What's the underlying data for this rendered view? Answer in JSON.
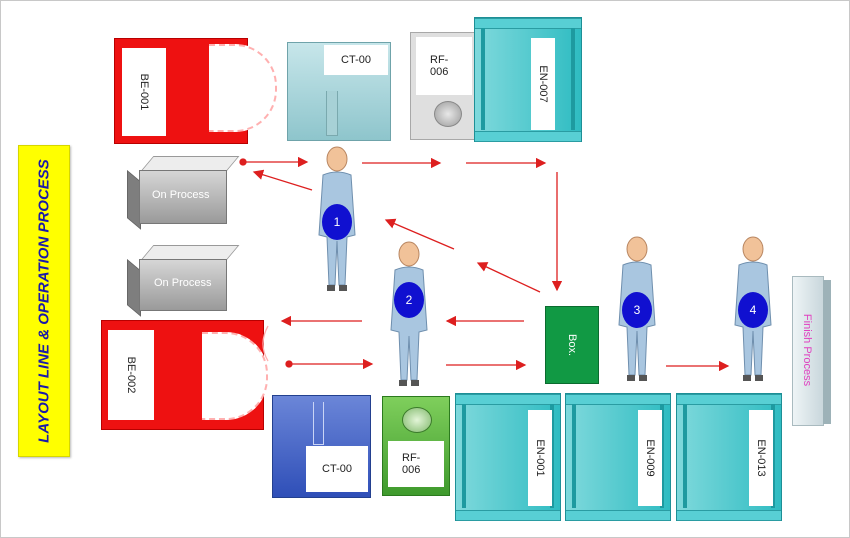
{
  "title": "LAYOUT  LINE & OPERATION PROCESS",
  "machines": {
    "be_001": "BE-001",
    "be_002": "BE-002",
    "ct_top": "CT-00",
    "rf_top": "RF-006",
    "en_007": "EN-007",
    "ct_bottom": "CT-00",
    "rf_bottom": "RF-006",
    "en_001": "EN-001",
    "en_009": "EN-009",
    "en_013": "EN-013"
  },
  "on_process_1": "On Process",
  "on_process_2": "On Process",
  "box": "Box.",
  "finish": "Finish Process",
  "workers": [
    "1",
    "2",
    "3",
    "4"
  ],
  "colors": {
    "banner": "#ffff00",
    "banner_text": "#1a1aaa",
    "be": "#ee1111",
    "en": "#2fbcc2",
    "ct_bottom": "#2f4fb8",
    "rf_bottom": "#3f9a2d",
    "box": "#119944",
    "arrow": "#dd1f1f",
    "worker_badge": "#1010d0",
    "finish_text": "#e040c0"
  }
}
